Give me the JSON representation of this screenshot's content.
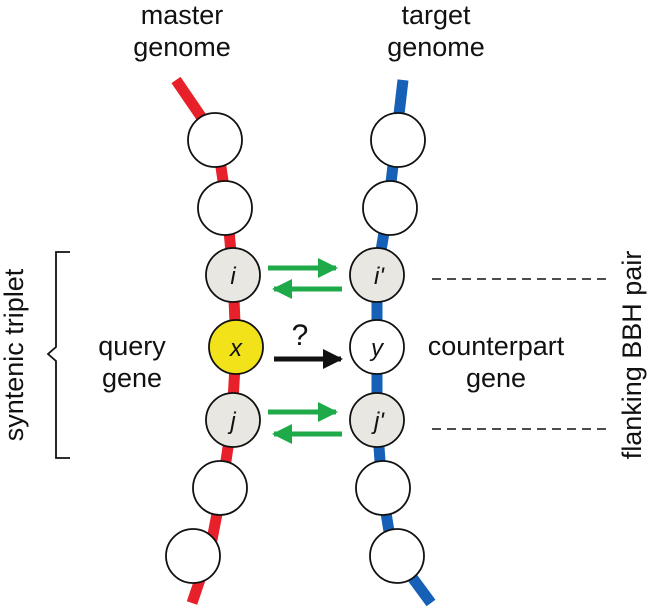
{
  "labels": {
    "master": [
      "master",
      "genome"
    ],
    "target": [
      "target",
      "genome"
    ],
    "query": [
      "query",
      "gene"
    ],
    "counterpart": [
      "counterpart",
      "gene"
    ],
    "syntenic_triplet": "syntenic triplet",
    "flanking_pair": "flanking BBH pair",
    "question": "?"
  },
  "genes": {
    "i": "i",
    "x": "x",
    "j": "j",
    "i_prime": "i'",
    "y": "y",
    "j_prime": "j'"
  },
  "colors": {
    "master_chromosome": "#e8202a",
    "target_chromosome": "#1660b8",
    "flanking_gene_fill": "#e9e7e2",
    "query_gene_fill": "#f1e21a",
    "plain_gene_fill": "#ffffff",
    "bbh_arrow": "#1faa4a",
    "query_arrow": "#111111"
  }
}
